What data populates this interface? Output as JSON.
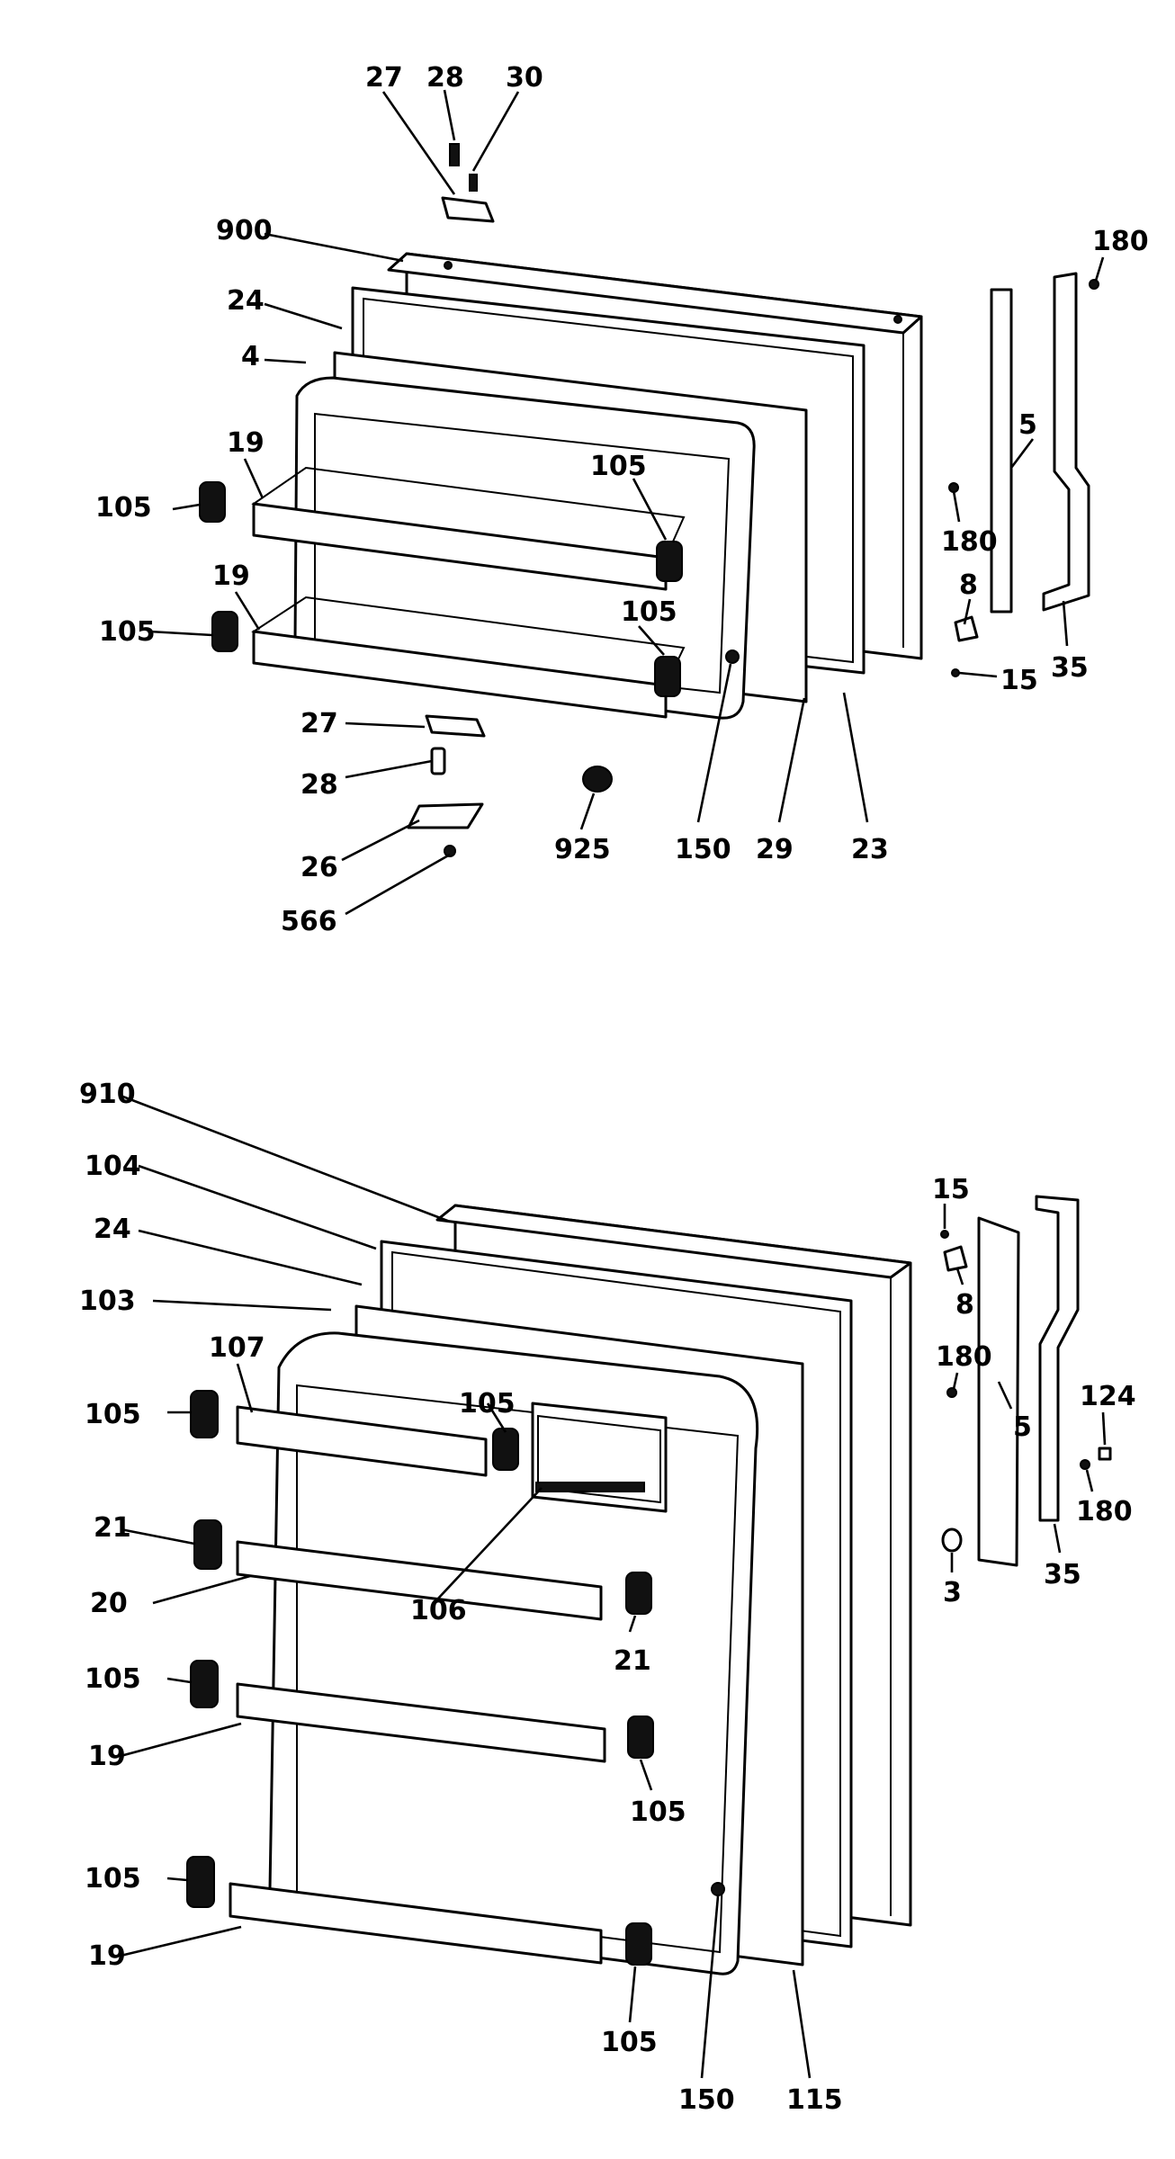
{
  "freezer_door": {
    "labels": [
      "27",
      "28",
      "30",
      "900",
      "24",
      "4",
      "19",
      "105",
      "105",
      "19",
      "105",
      "105",
      "180",
      "5",
      "180",
      "8",
      "15",
      "35",
      "27",
      "28",
      "26",
      "566",
      "925",
      "150",
      "29",
      "23"
    ]
  },
  "fresh_food_door": {
    "labels": [
      "910",
      "104",
      "24",
      "103",
      "107",
      "105",
      "105",
      "21",
      "20",
      "106",
      "21",
      "105",
      "19",
      "105",
      "105",
      "19",
      "105",
      "150",
      "115",
      "15",
      "8",
      "180",
      "5",
      "124",
      "180",
      "3",
      "35"
    ]
  }
}
